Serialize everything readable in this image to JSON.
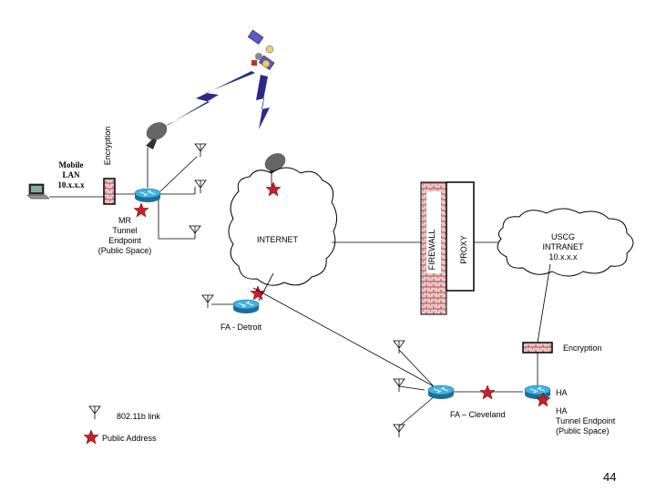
{
  "labels": {
    "mobile_lan": [
      "Mobile",
      "LAN",
      "10.x.x.x"
    ],
    "encryption_vertical": "Encryption",
    "mr_tunnel": [
      "MR",
      "Tunnel",
      "Endpoint",
      "(Public Space)"
    ],
    "internet": "INTERNET",
    "firewall": "FIREWALL",
    "proxy": "PROXY",
    "uscg_intranet": [
      "USCG",
      "INTRANET",
      "10.x.x.x"
    ],
    "fa_detroit": "FA - Detroit",
    "encryption": "Encryption",
    "ha": "HA",
    "ha_tunnel": [
      "HA",
      "Tunnel Endpoint",
      "(Public Space)"
    ],
    "fa_cleveland": "FA – Cleveland"
  },
  "legend": {
    "link_label": "802.11b link",
    "public_address_label": "Public Address"
  },
  "page_number": "44",
  "colors": {
    "lightning": "#2a2a8c",
    "router": "#2a9fd6",
    "star": "#c8202a",
    "wall_brick": "#b84a4a",
    "dish": "#666666"
  }
}
